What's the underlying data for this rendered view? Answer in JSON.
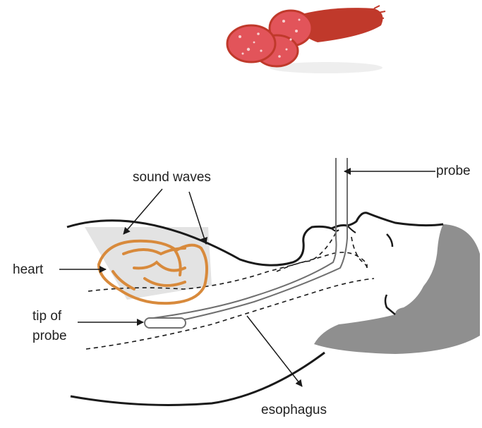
{
  "labels": {
    "sound_waves": "sound waves",
    "probe": "probe",
    "heart": "heart",
    "tip_of_probe_line1": "tip of",
    "tip_of_probe_line2": "probe",
    "esophagus": "esophagus"
  },
  "icons": {
    "sausage": "salami-sausage-icon"
  },
  "colors": {
    "line": "#1a1a1a",
    "heart": "#d88a3c",
    "sound_cone": "#e3e3e3",
    "hair": "#8f8f8f",
    "sausage": "#c0392b",
    "salami_slice": "#e2545a"
  }
}
